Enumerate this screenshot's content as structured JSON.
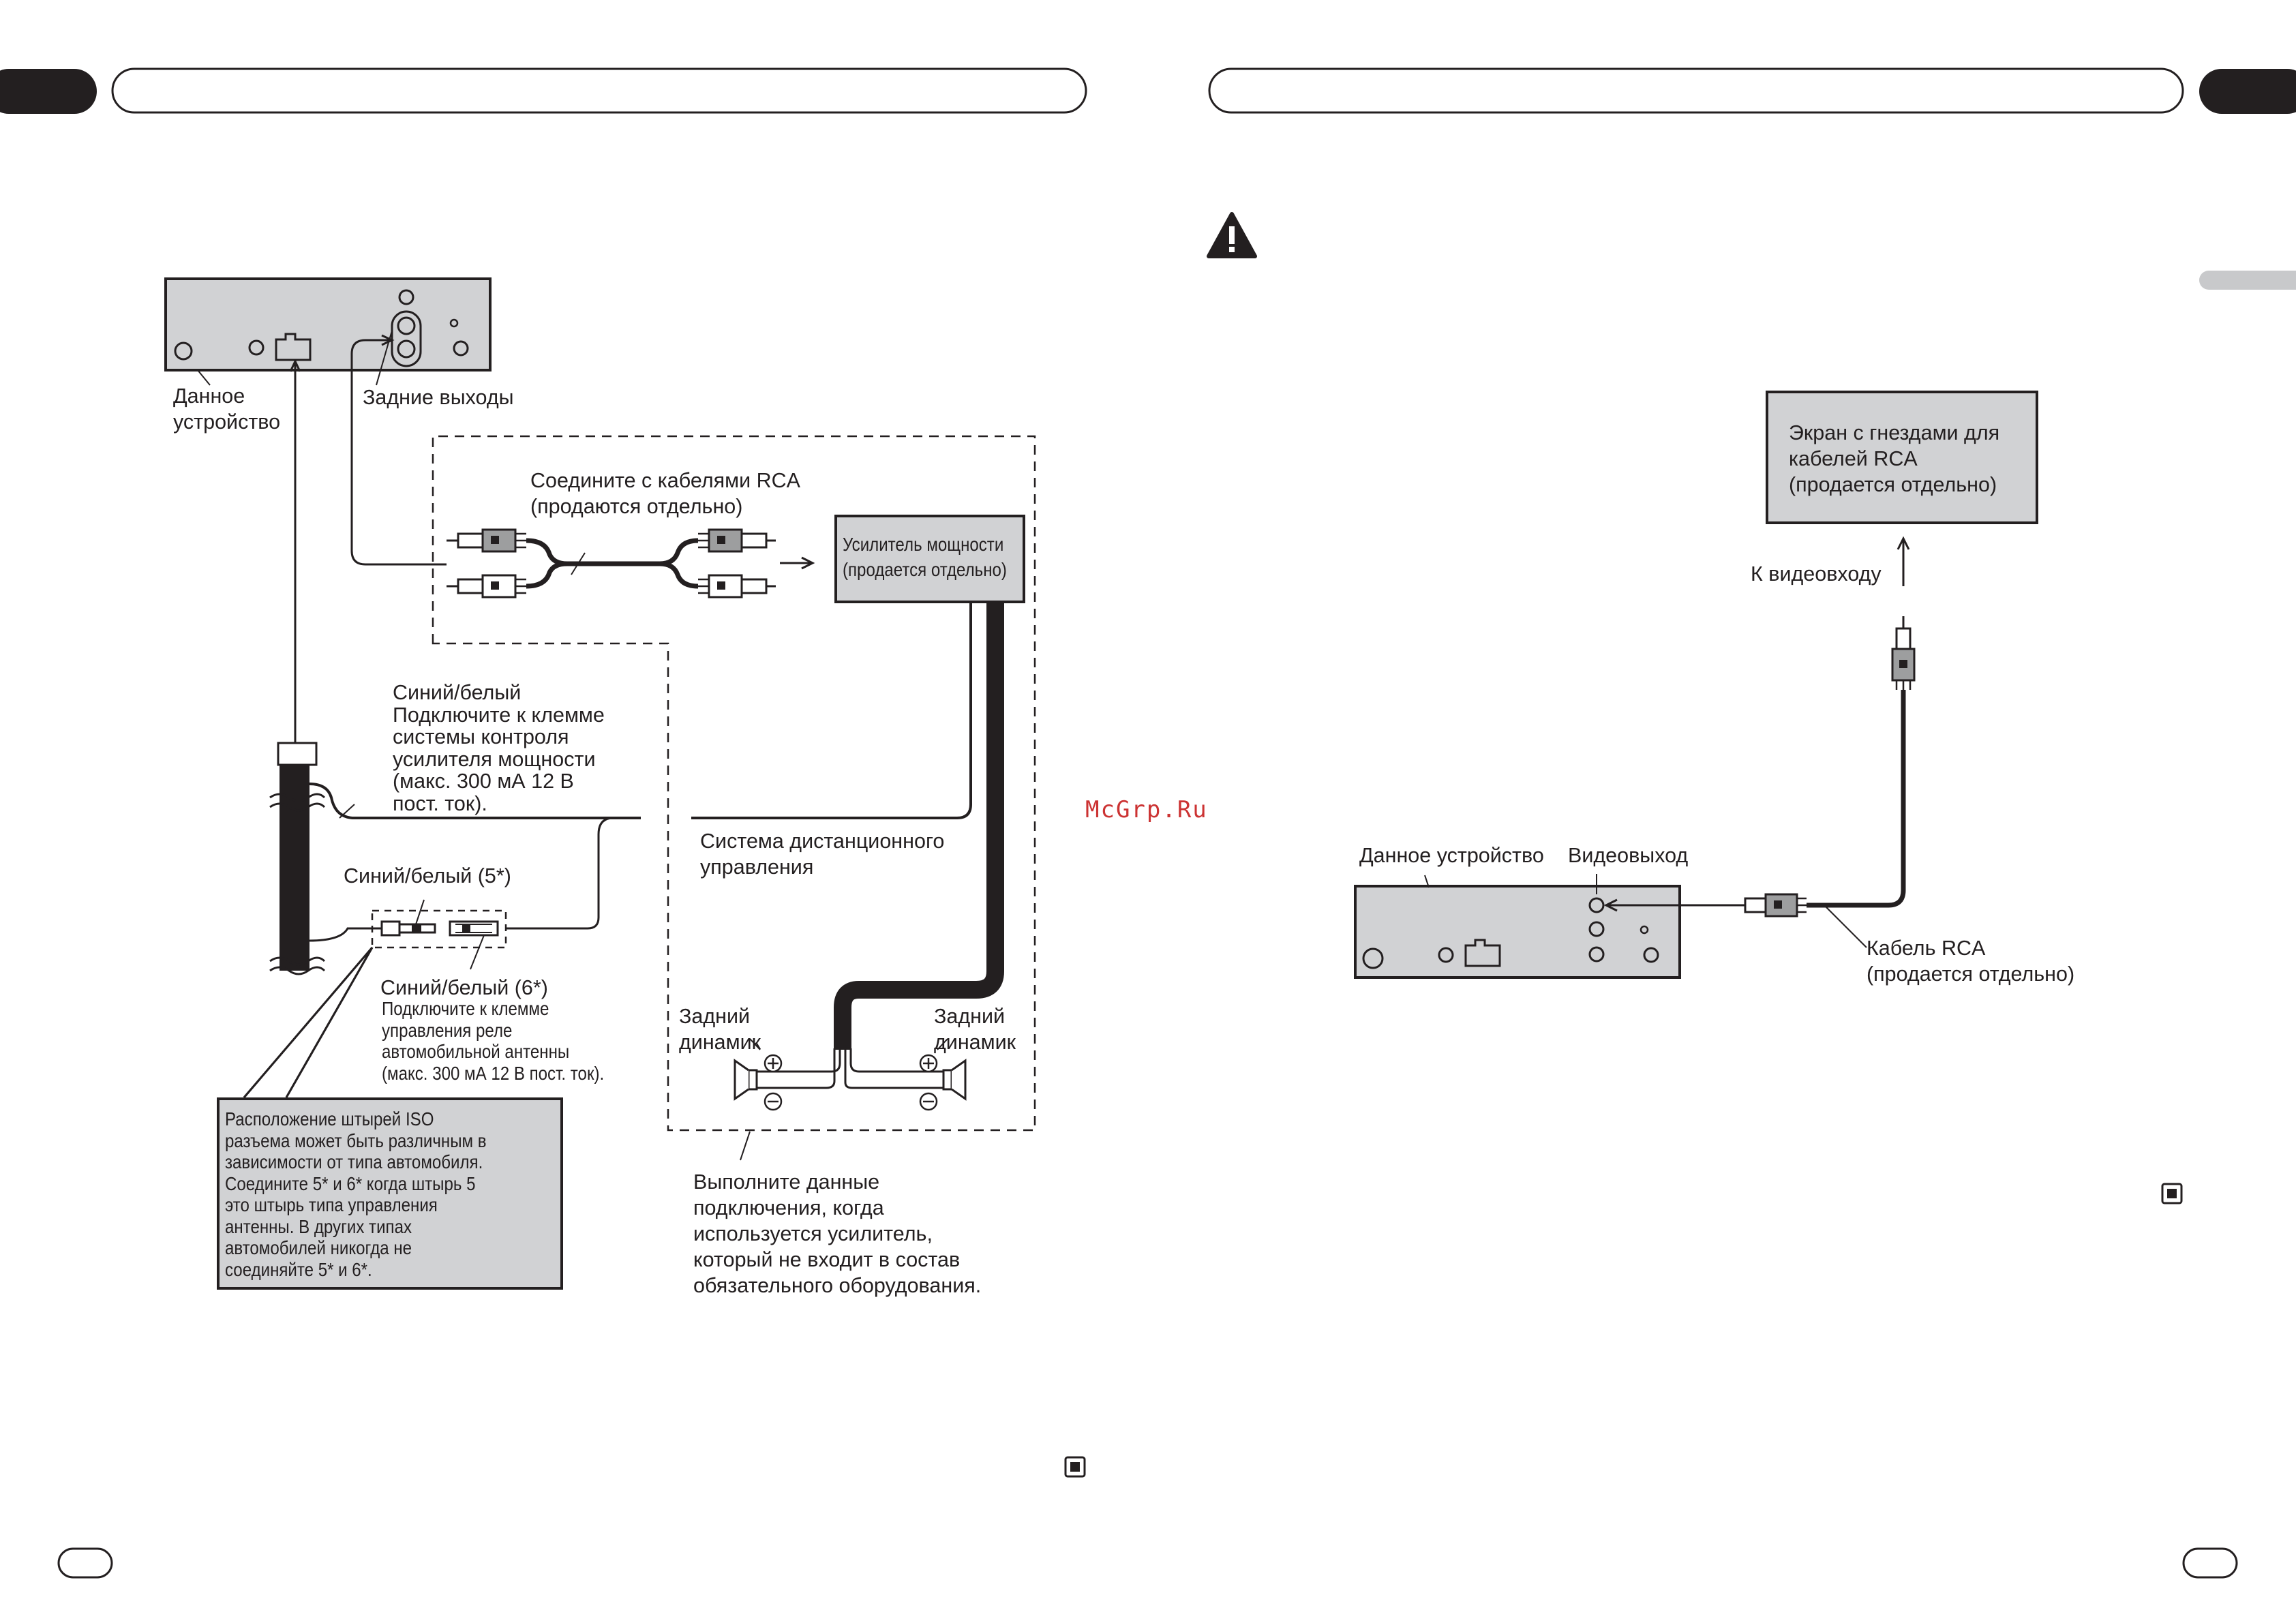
{
  "left_page": {
    "head_unit_label": "Данное\nустройство",
    "rear_outputs_label": "Задние выходы",
    "rca_connect_label": "Соедините с кабелями RCA\n(продаются отдельно)",
    "power_amp_label": "Усилитель мощности\n(продается отдельно)",
    "blue_white_note": "Синий/белый\nПодключите к клемме\nсистемы контроля\nусилителя мощности\n(макс. 300 мА 12 В\nпост. ток).",
    "remote_system_label": "Система дистанционного\nуправления",
    "blue_white_5_label": "Синий/белый (5*)",
    "blue_white_6_title": "Синий/белый (6*)",
    "blue_white_6_note": "Подключите к клемме\nуправления реле\nавтомобильной антенны\n(макс. 300 мА 12 В пост. ток).",
    "rear_speaker_left_label": "Задний\nдинамик",
    "rear_speaker_right_label": "Задний\nдинамик",
    "iso_note": "Расположение штырей ISO\nразъема может быть различным в\nзависимости от типа автомобиля.\nСоедините 5* и 6* когда штырь 5\nэто штырь типа управления\nантенны. В других типах\nавтомобилей никогда не\nсоединяйте 5* и 6*.",
    "amp_used_note": "Выполните данные\nподключения, когда\nиспользуется усилитель,\nкоторый не входит в состав\nобязательного оборудования."
  },
  "watermark": "McGrp.Ru",
  "right_page": {
    "display_label": "Экран с гнездами для\nкабелей RCA\n(продается отдельно)",
    "to_video_input_label": "К видеовходу",
    "head_unit_label": "Данное устройство",
    "video_output_label": "Видеовыход",
    "rca_cable_label": "Кабель RCA\n(продается отдельно)"
  },
  "icons": {
    "warning": "warning-triangle-icon",
    "end_mark": "end-square-icon",
    "plus": "plus-circle-icon",
    "minus": "minus-circle-icon"
  },
  "colors": {
    "ink": "#231f20",
    "box_fill": "#d1d2d4",
    "watermark": "#cc3333",
    "tab_grey": "#c8c9cb"
  }
}
